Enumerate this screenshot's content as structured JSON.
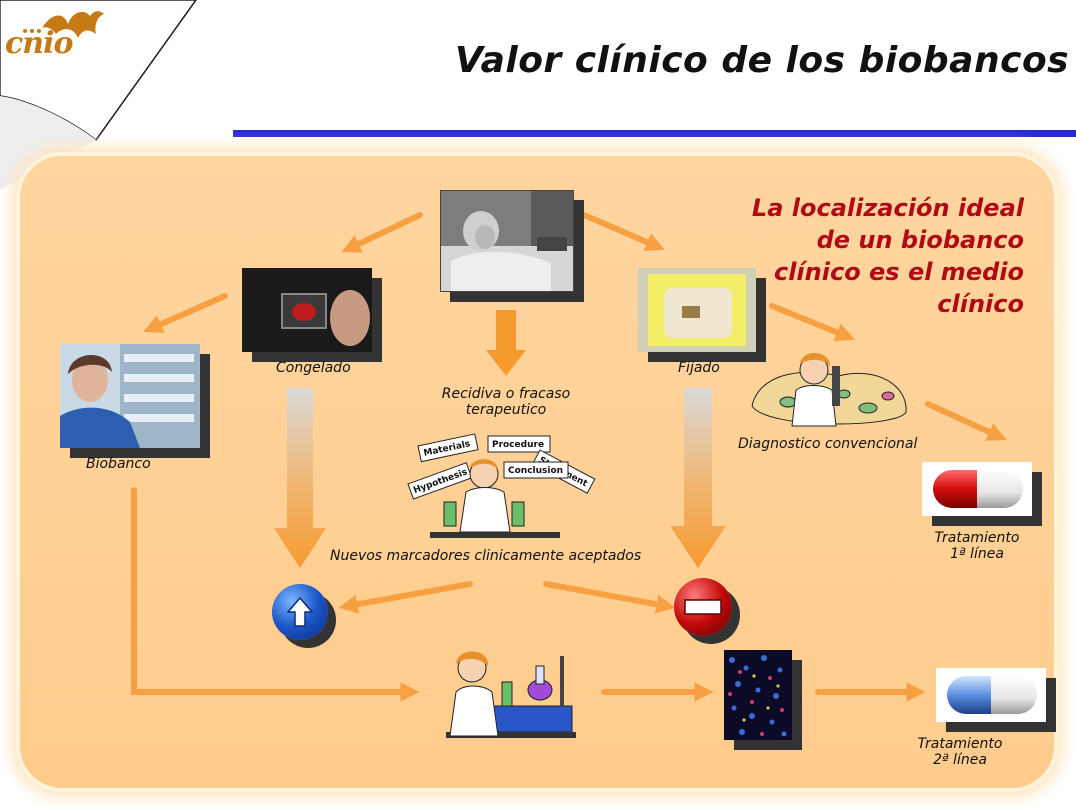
{
  "header": {
    "logo_text": "cnio",
    "title": "Valor clínico de los biobancos"
  },
  "note": {
    "lines": [
      "La localización ideal",
      "de un biobanco",
      "clínico es el medio",
      "clínico"
    ]
  },
  "labels": {
    "congelado": "Congelado",
    "fijado": "Fijado",
    "biobanco": "Biobanco",
    "recidiva_1": "Recidiva o fracaso",
    "recidiva_2": "terapeutico",
    "diagnostico": "Diagnostico convencional",
    "marcadores": "Nuevos marcadores clinicamente aceptados",
    "trat1_1": "Tratamiento",
    "trat1_2": "1ª línea",
    "trat2_1": "Tratamiento",
    "trat2_2": "2ª línea"
  },
  "clipart_words": [
    "Materials",
    "Procedure",
    "Hypothesis",
    "Statement",
    "Conclusion"
  ],
  "colors": {
    "arrow": "#f6a042",
    "title_bar": "#2a2ad6",
    "note": "#b00a14",
    "panel": "#ffcf92"
  }
}
